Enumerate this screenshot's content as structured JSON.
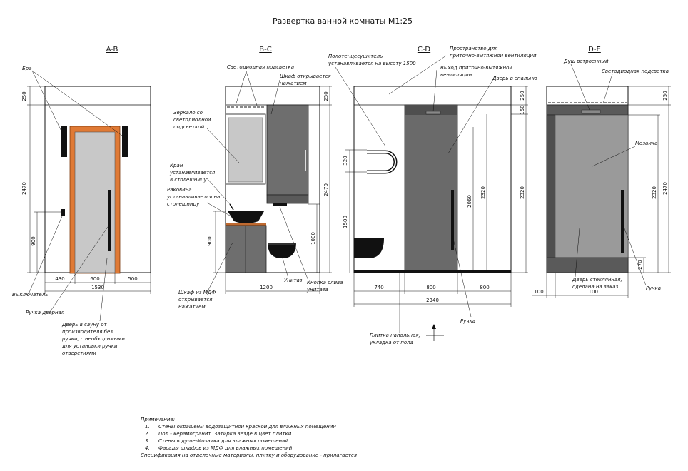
{
  "title": "Развертка ванной комнаты М1:25",
  "sections": {
    "ab": "A-B",
    "bc": "B-C",
    "cd": "C-D",
    "de": "D-E"
  },
  "labels": {
    "bra": "Бра",
    "switch": "Выключатель",
    "door_handle": "Ручка дверная",
    "sauna_door": [
      "Дверь в сауну от",
      "производителя без",
      "ручки, с необходимыми",
      "для установки ручки",
      "отверстиями"
    ],
    "led_bc": "Светодиодная подсветка",
    "cabinet_push": [
      "Шкаф открывается",
      "нажатием"
    ],
    "mirror": [
      "Зеркало со",
      "светодиодной",
      "подсветкой"
    ],
    "tap": [
      "Кран",
      "устанавливается",
      "в столешницу"
    ],
    "sink": [
      "Раковина",
      "устанавливается на",
      "столешницу"
    ],
    "toilet": "Унитаз",
    "flush_button": [
      "Кнопка слива",
      "унитаза"
    ],
    "mdf_cabinet": [
      "Шкаф из МДФ",
      "открывается",
      "нажатием"
    ],
    "towel_rail": [
      "Полотенцесушитель",
      "устанавливается на высоту 1500"
    ],
    "vent_space": [
      "Пространство для",
      "приточно-вытяжной вентиляции"
    ],
    "vent_outlet": [
      "Выход приточно-вытяжной",
      "вентиляции"
    ],
    "bedroom_door": "Дверь в спальню",
    "handle_cd": "Ручка",
    "floor_tile": [
      "Плитка напольная,",
      "укладка от пола"
    ],
    "shower": "Душ встроенный",
    "led_de": "Светодиодная подсветка",
    "mosaic": "Мозаика",
    "glass_door": [
      "Дверь стеклянная,",
      "сделана на заказ"
    ],
    "handle_de": "Ручка"
  },
  "dims": {
    "ab": {
      "top": "250",
      "height": "2470",
      "switch_h": "900",
      "w1": "430",
      "w2": "600",
      "w3": "500",
      "total": "1530"
    },
    "bc": {
      "top": "250",
      "mirror_h": "900",
      "height": "2470",
      "flush_h": "1000",
      "total": "1200"
    },
    "cd": {
      "top": "250",
      "vent": "150",
      "rail": "320",
      "rail_h": "1500",
      "door": "2060",
      "h1": "2320",
      "h2": "2320",
      "w1": "740",
      "w2": "800",
      "w3": "800",
      "total": "2340"
    },
    "de": {
      "top": "250",
      "h1": "2320",
      "h2": "2470",
      "bottom": "270",
      "left": "100",
      "total": "1100"
    }
  },
  "notes": {
    "header": "Примечание:",
    "items": [
      {
        "num": "1.",
        "text": "Стены окрашены водозащитной краской для влажных  помещений"
      },
      {
        "num": "2.",
        "text": "Пол - керамогранит. Затирка везде в цвет плитки"
      },
      {
        "num": "3.",
        "text": "Стены в душе-Мозаика для влажных помещений"
      },
      {
        "num": "4.",
        "text": "Фасады шкафов из МДФ для влажных помещений"
      }
    ],
    "footer": "Спецификация на отделочные материалы, плитку и оборудование - прилагается"
  }
}
